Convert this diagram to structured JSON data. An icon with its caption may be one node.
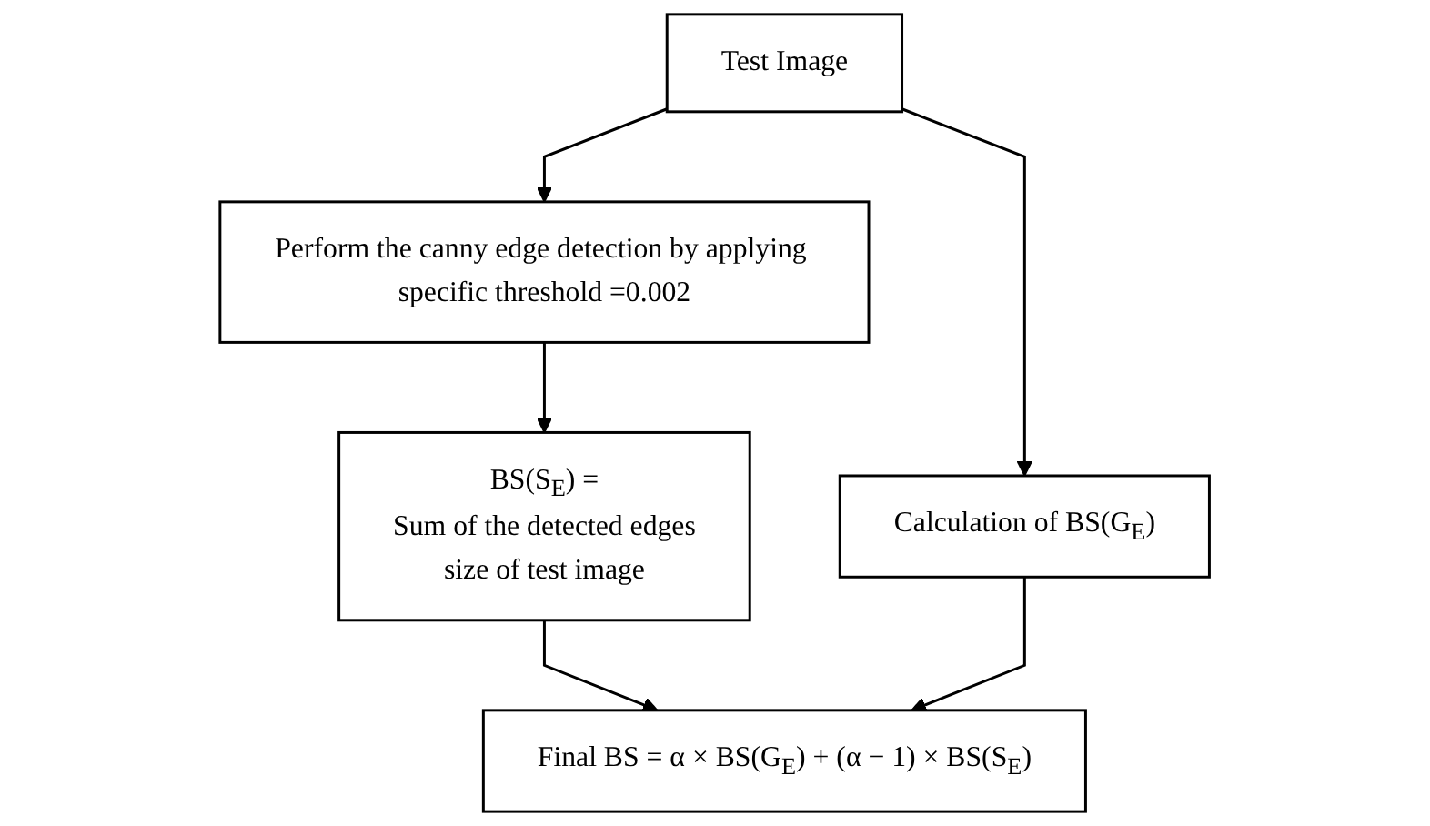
{
  "diagram": {
    "nodes": [
      {
        "text": [
          "Test Image"
        ]
      },
      {
        "text": [
          "Calculation of BS(G$_{E}$)"
        ]
      },
      {
        "text": [
          "Perform the canny edge detection by applying specific threshold =0.002"
        ]
      },
      {
        "text": [
          "BS(S$_{E}$) =",
          "Sum of the detected edges",
          "size of test image"
        ]
      },
      {
        "text": [
          "Final BS = α × BS(G$_{E}$) + (α − 1) × BS(S$_{E}$)"
        ]
      }
    ],
    "edges": [
      {
        "from": 0,
        "to": 1,
        "arrow": "to"
      },
      {
        "from": 0,
        "to": 2,
        "arrow": "to"
      },
      {
        "from": 2,
        "to": 3,
        "arrow": "to"
      },
      {
        "from": 3,
        "to": 4,
        "arrow": "to"
      },
      {
        "from": 1,
        "to": 4,
        "arrow": "to"
      }
    ]
  }
}
